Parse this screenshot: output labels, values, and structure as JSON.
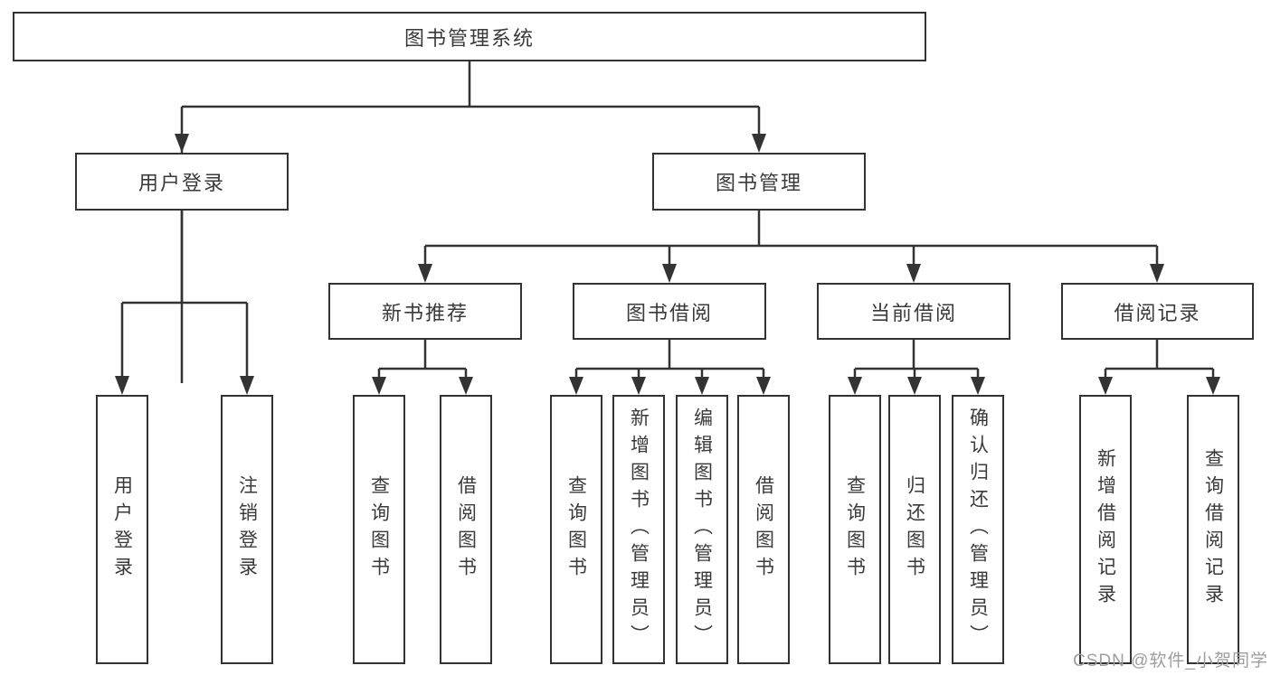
{
  "colors": {
    "line": "#333333",
    "box_border": "#333333",
    "text": "#3a3a3a",
    "watermark": "#9e9e9e",
    "background": "#ffffff"
  },
  "watermark": {
    "text": "CSDN @软件_小贺同学"
  },
  "tree": {
    "label": "图书管理系统",
    "children": [
      {
        "label": "用户登录",
        "children": [
          {
            "label": "用户登录"
          },
          {
            "label": "注销登录"
          }
        ]
      },
      {
        "label": "图书管理",
        "children": [
          {
            "label": "新书推荐",
            "children": [
              {
                "label": "查询图书"
              },
              {
                "label": "借阅图书"
              }
            ]
          },
          {
            "label": "图书借阅",
            "children": [
              {
                "label": "查询图书"
              },
              {
                "label": "新增图书（管理员）"
              },
              {
                "label": "编辑图书（管理员）"
              },
              {
                "label": "借阅图书"
              }
            ]
          },
          {
            "label": "当前借阅",
            "children": [
              {
                "label": "查询图书"
              },
              {
                "label": "归还图书"
              },
              {
                "label": "确认归还（管理员）"
              }
            ]
          },
          {
            "label": "借阅记录",
            "children": [
              {
                "label": "新增借阅记录"
              },
              {
                "label": "查询借阅记录"
              }
            ]
          }
        ]
      }
    ]
  }
}
